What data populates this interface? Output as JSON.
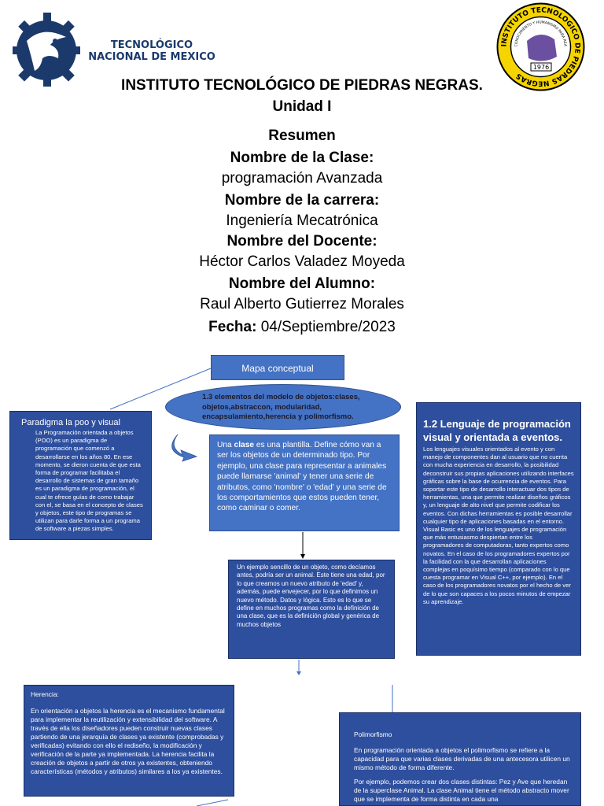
{
  "header": {
    "logo_text_line1": "TECNOLÓGICO",
    "logo_text_line2": "NACIONAL DE MEXICO",
    "seal_ring_text": "INSTITUTO TECNOLOGICO DE PIEDRAS NEGRAS",
    "seal_inner_text": "CONOCIMIENTO Y HUMANISMO PARA REALIZAR EL PROGRESO",
    "seal_year": "1976"
  },
  "title": {
    "institute": "INSTITUTO TECNOLÓGICO DE PIEDRAS NEGRAS.",
    "unit": "Unidad I",
    "doc_type": "Resumen",
    "class_label": "Nombre de la Clase:",
    "class_value": "programación Avanzada",
    "career_label": "Nombre de la carrera:",
    "career_value": "Ingeniería Mecatrónica",
    "teacher_label": "Nombre del Docente:",
    "teacher_value": "Héctor Carlos Valadez Moyeda",
    "student_label": "Nombre del Alumno:",
    "student_value": "Raul Alberto Gutierrez Morales",
    "date_label": "Fecha:",
    "date_value": " 04/Septiembre/2023"
  },
  "map": {
    "top_label": "Mapa conceptual",
    "ellipse_text": "1.3 elementos del modelo de objetos:clases, objetos,abstraccon, modularidad, encapsulamiento,herencia y polimorfismo.",
    "left_box": {
      "title": "Paradigma la poo y visual",
      "body": "La Programación orientada a objetos (POO) es un paradigma de programación que comenzó a desarrollarse en los años 80. En ese momento, se dieron cuenta de que esta forma de programar facilitaba el desarrollo de sistemas de gran tamaño es un paradigma de programación, el cual te ofrece guías de como trabajar con el, se basa en el concepto de clases y objetos, este tipo de programas se utilizan para darle forma a un programa de software a piezas simples."
    },
    "class_box": {
      "pre": "Una ",
      "bold": "clase",
      "post": " es una plantilla. Define cómo van a ser los objetos de un determinado tipo. Por ejemplo, una clase para representar a animales puede llamarse 'animal' y tener una serie de atributos, como 'nombre' o 'edad' y una serie de los comportamientos que estos pueden tener, como caminar o comer."
    },
    "object_box": "Un ejemplo sencillo de un objeto, como decíamos antes, podría ser un animal. Este tiene una edad, por lo que creamos un nuevo atributo de 'edad' y, además, puede envejecer, por lo que definimos un nuevo método. Datos y lógica. Esto es lo que se define en muchos programas como la definición de una clase, que es la definición global y genérica de muchos objetos",
    "right_box": {
      "title": "1.2 Lenguaje de programación visual y orientada a eventos.",
      "body": "Los lenguajes visuales orientados al evento y con manejo de componentes dan al usuario que no cuenta con mucha experiencia en desarrollo, la posibilidad deconstruir sus propias aplicaciones utilizando interfaces gráficas sobre la base de ocurrencia de eventos. Para soportar este tipo de desarrollo interactuar dos tipos de herramientas, una que permite realizar diseños gráficos y, un lenguaje de alto nivel que permite codificar los eventos. Con dichas herramientas es posible desarrollar cualquier tipo de aplicaciones basadas en el entorno. Visual Basic es uno de los lenguajes de programación que más entusiasmo despiertan entre los programadores de computadoras, tanto expertos como novatos. En el caso de los programadores expertos por la facilidad con la que desarrollan aplicaciones complejas en poquísimo tiempo (comparado con lo que cuesta programar en Visual C++, por ejemplo). En el caso de los programadores novatos por el hecho de ver de lo que son capaces a los pocos minutos de empezar su aprendizaje."
    },
    "inheritance_box": {
      "title": "Herencia:",
      "body": "En orientación a objetos la herencia es el mecanismo fundamental para implementar la reutilización y extensibilidad del software. A través de ella los diseñadores pueden construir nuevas clases partiendo de una jerarquía de clases ya existente (comprobadas y verificadas) evitando con ello el rediseño, la modificación y verificación de la parte ya implementada. La herencia facilita la creación de objetos a partir de otros ya existentes, obteniendo características (métodos y atributos) similares a los ya existentes."
    },
    "polymorphism_box": {
      "title": "Polimorfismo",
      "body1": "En programación orientada a objetos el polimorfismo se refiere a la capacidad para que varias clases derivadas de una antecesora utilicen un mismo método de forma diferente.",
      "body2": "Por ejemplo, podemos crear dos clases distintas: Pez y Ave que heredan de la superclase Animal. La clase Animal tiene el método abstracto mover que se implementa de forma distinta en cada una"
    }
  },
  "colors": {
    "box_dark": "#2e4f9e",
    "box_light": "#4472c4",
    "ellipse": "#4472c4",
    "logo_blue": "#1b3a6b",
    "seal_yellow": "#f5d400"
  }
}
